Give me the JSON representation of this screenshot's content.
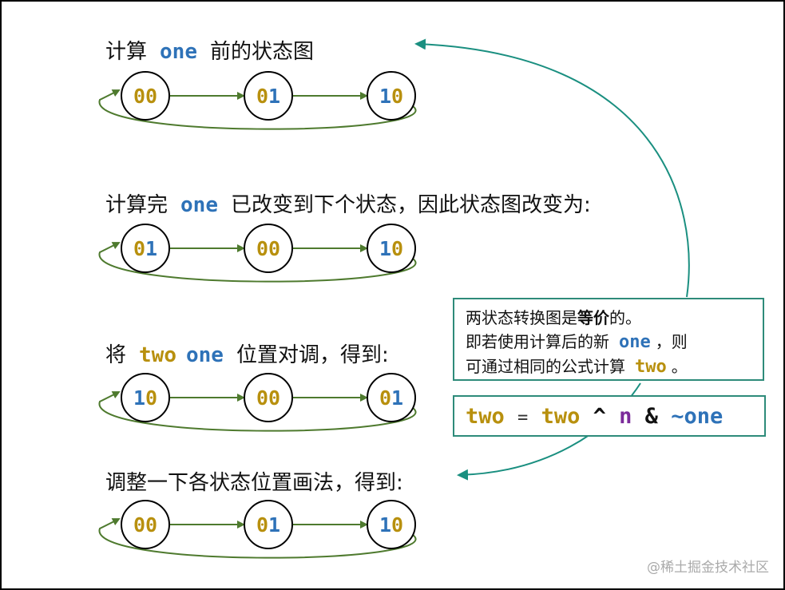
{
  "colors": {
    "one": "#2e72b8",
    "two": "#b8900e",
    "n": "#7b2a9a",
    "arrow_green": "#4e7a2e",
    "arrow_teal": "#1a8f80",
    "node_border": "#000000"
  },
  "rows": [
    {
      "heading": {
        "prefix": "计算",
        "kw1": "one",
        "kw2": "",
        "suffix": "前的状态图"
      },
      "nodes": [
        "00",
        "01",
        "10"
      ]
    },
    {
      "heading": {
        "prefix": "计算完",
        "kw1": "one",
        "kw2": "",
        "suffix": "已改变到下个状态，因此状态图改变为:"
      },
      "nodes": [
        "01",
        "00",
        "10"
      ]
    },
    {
      "heading": {
        "prefix": "将",
        "kw1": "two",
        "kw2": "one",
        "suffix": "位置对调，得到:"
      },
      "nodes": [
        "10",
        "00",
        "01"
      ]
    },
    {
      "heading": {
        "prefix": "调整一下各状态位置画法，得到:",
        "kw1": "",
        "kw2": "",
        "suffix": ""
      },
      "nodes": [
        "00",
        "01",
        "10"
      ]
    }
  ],
  "note": {
    "line1_pre": "两状态转换图是",
    "line1_bold": "等价",
    "line1_post": "的。",
    "line2_pre": "即若使用计算后的新",
    "line2_kw": "one",
    "line2_post": "，则",
    "line3_pre": "可通过相同的公式计算",
    "line3_kw": "two",
    "line3_post": "。"
  },
  "formula": {
    "lhs": "two",
    "eq": "=",
    "t1": "two",
    "op1": "^",
    "t2": "n",
    "op2": "&",
    "t3": "~one"
  },
  "watermark": "@稀土掘金技术社区"
}
